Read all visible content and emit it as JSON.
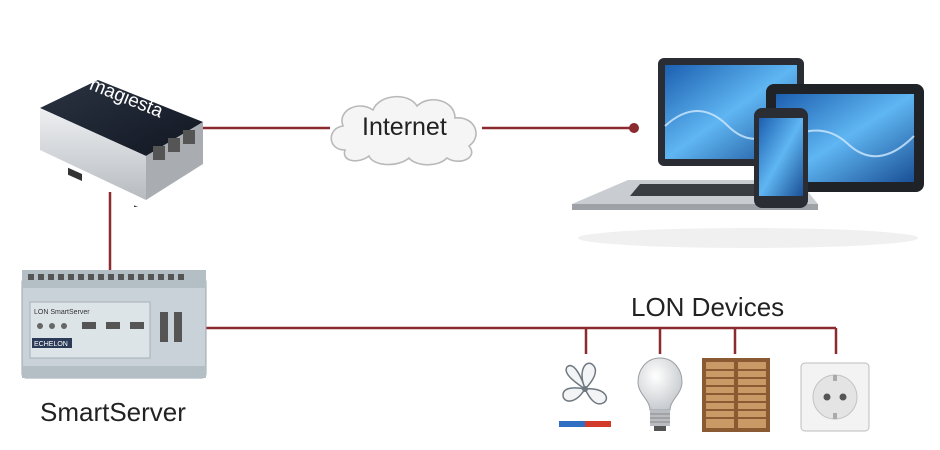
{
  "labels": {
    "internet": "Internet",
    "lon_devices": "LON Devices",
    "smartserver": "SmartServer",
    "magiesta_brand": "magiesta",
    "echelon_brand": "ECHELON",
    "lon_brand": "LON SmartServer"
  },
  "colors": {
    "wire": "#8b2a2f",
    "device_dark": "#1d2430",
    "device_silver": "#d8dadd",
    "server_body": "#c9d2d8",
    "screen_blue": "#3a8fd8"
  },
  "devices": [
    {
      "name": "fan",
      "icon": "fan-icon"
    },
    {
      "name": "lamp",
      "icon": "light-bulb-icon"
    },
    {
      "name": "blinds",
      "icon": "shutter-icon"
    },
    {
      "name": "socket",
      "icon": "power-socket-icon"
    }
  ]
}
